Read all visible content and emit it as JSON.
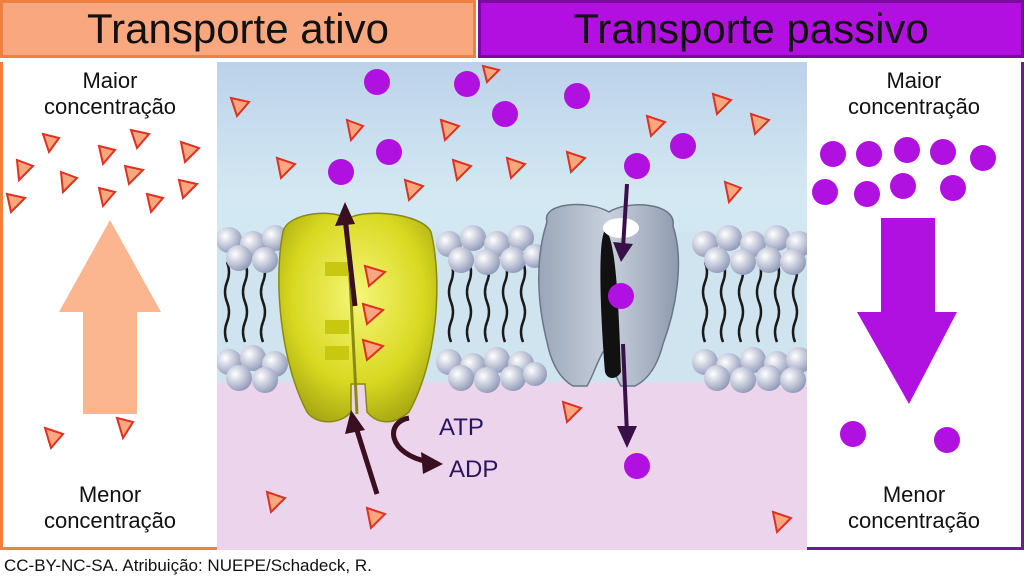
{
  "header": {
    "active_title": "Transporte ativo",
    "passive_title": "Transporte passivo"
  },
  "left_panel": {
    "top_label_1": "Maior",
    "top_label_2": "concentração",
    "bottom_label_1": "Menor",
    "bottom_label_2": "concentração"
  },
  "right_panel": {
    "top_label_1": "Maior",
    "top_label_2": "concentração",
    "bottom_label_1": "Menor",
    "bottom_label_2": "concentração"
  },
  "scene": {
    "atp_label": "ATP",
    "adp_label": "ADP"
  },
  "credit": "CC-BY-NC-SA. Atribuição: NUEPE/Schadeck, R.",
  "colors": {
    "active_accent": "#f9a77f",
    "passive_accent": "#b110e0",
    "molecule_purple": "#b010e0",
    "arrow_dark": "#3a1020"
  }
}
